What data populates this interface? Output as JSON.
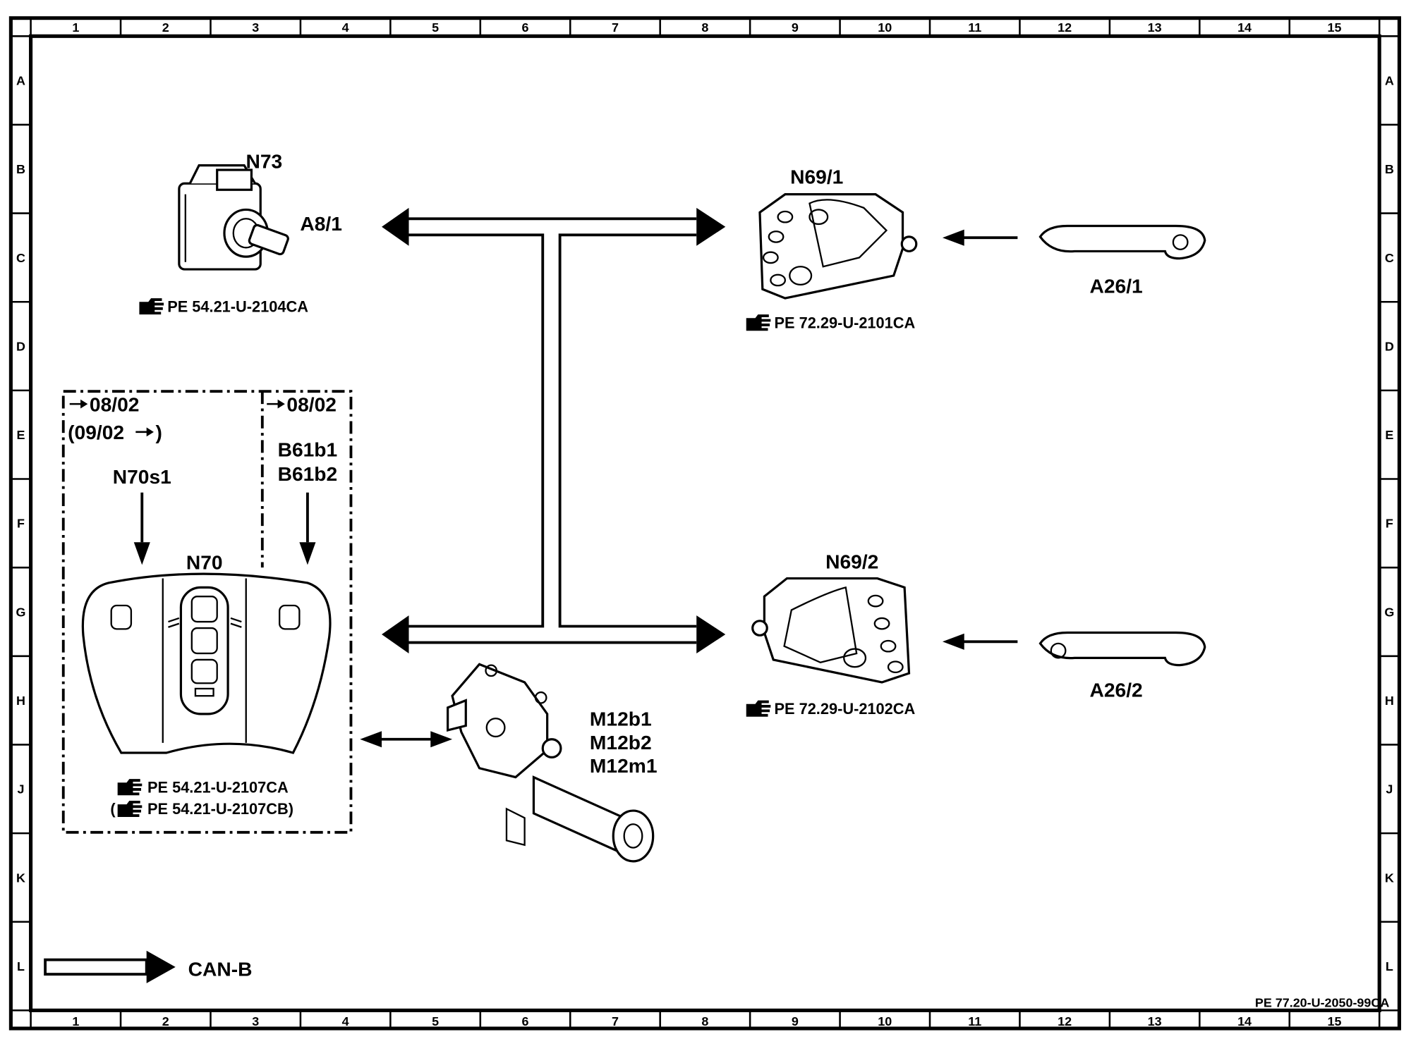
{
  "grid": {
    "columns": [
      "1",
      "2",
      "3",
      "4",
      "5",
      "6",
      "7",
      "8",
      "9",
      "10",
      "11",
      "12",
      "13",
      "14",
      "15"
    ],
    "rows": [
      "A",
      "B",
      "C",
      "D",
      "E",
      "F",
      "G",
      "H",
      "J",
      "K",
      "L"
    ]
  },
  "components": {
    "n73": {
      "label": "N73",
      "sub_label": "A8/1",
      "ref": "PE  54.21-U-2104CA"
    },
    "n69_1": {
      "label": "N69/1",
      "ref": "PE  72.29-U-2101CA"
    },
    "a26_1": {
      "label": "A26/1"
    },
    "n69_2": {
      "label": "N69/2",
      "ref": "PE  72.29-U-2102CA"
    },
    "a26_2": {
      "label": "A26/2"
    },
    "n70": {
      "label": "N70",
      "left_box_date": "08/02",
      "left_box_date_alt": "(09/02",
      "left_box_item": "N70s1",
      "right_box_date": "08/02",
      "right_box_items": [
        "B61b1",
        "B61b2"
      ],
      "ref_1": "PE  54.21-U-2107CA",
      "ref_2": "PE  54.21-U-2107CB)"
    },
    "m12": {
      "labels": [
        "M12b1",
        "M12b2",
        "M12m1"
      ]
    }
  },
  "legend": {
    "can_label": "CAN-B"
  },
  "doc_code": "PE 77.20-U-2050-99CA",
  "icons": [
    "pointing-hand-icon",
    "bus-arrow-icon"
  ]
}
